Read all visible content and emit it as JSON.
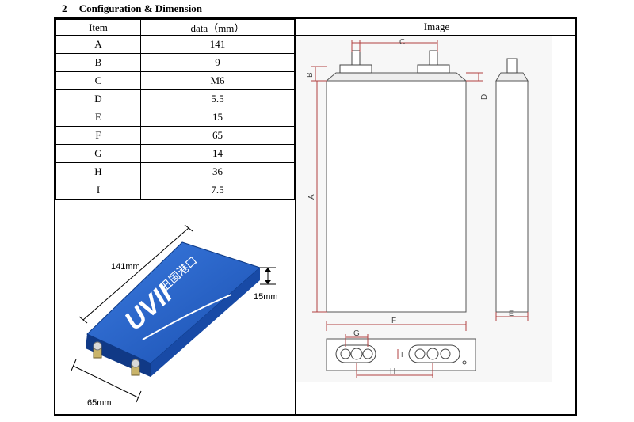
{
  "section": {
    "number": "2",
    "title": "Configuration & Dimension"
  },
  "table": {
    "headers": [
      "Item",
      "data（mm）",
      "Image"
    ],
    "rows": [
      {
        "item": "A",
        "value": "141"
      },
      {
        "item": "B",
        "value": "9"
      },
      {
        "item": "C",
        "value": "M6"
      },
      {
        "item": "D",
        "value": "5.5"
      },
      {
        "item": "E",
        "value": "15"
      },
      {
        "item": "F",
        "value": "65"
      },
      {
        "item": "G",
        "value": "14"
      },
      {
        "item": "H",
        "value": "36"
      },
      {
        "item": "I",
        "value": "7.5"
      }
    ]
  },
  "photo": {
    "length_label": "141mm",
    "height_label": "15mm",
    "width_label": "65mm",
    "brand": "UVII",
    "brand_cn": "丑国港口"
  },
  "drawing": {
    "labels": {
      "A": "A",
      "B": "B",
      "C": "C",
      "D": "D",
      "E": "E",
      "F": "F",
      "G": "G",
      "H": "H",
      "I": "I"
    }
  },
  "colors": {
    "cell_blue": "#1f5bc4",
    "cell_blue_dark": "#123f8f",
    "line": "#000000",
    "dim_red": "#b04040"
  }
}
